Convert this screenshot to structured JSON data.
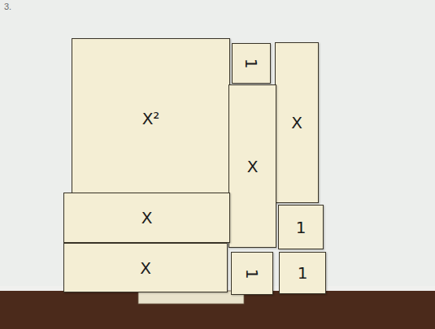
{
  "diagram": {
    "nodes": [
      {
        "text": [
          "X²"
        ]
      },
      {
        "text": [
          "1"
        ]
      },
      {
        "text": [
          "X"
        ]
      },
      {
        "text": [
          "X"
        ]
      },
      {
        "text": [
          "X"
        ]
      },
      {
        "text": [
          "1"
        ]
      },
      {
        "text": [
          "X"
        ]
      },
      {
        "text": [
          "1"
        ]
      },
      {
        "text": [
          "1"
        ]
      }
    ],
    "labels": [
      "3."
    ]
  }
}
